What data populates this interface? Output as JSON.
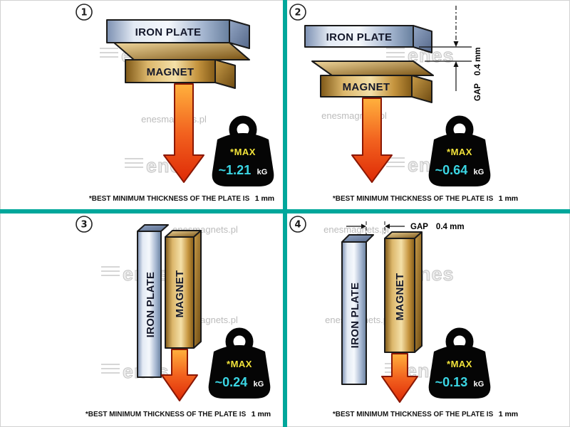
{
  "meta": {
    "site_watermark": "enesmagnets.pl",
    "brand_watermark": "enes"
  },
  "colors": {
    "divider": "#00a79b",
    "arrow": "#e8431c",
    "steel_plate": "#9fb2cf",
    "magnet_gold": "#d3a558",
    "max_label_text": "#f2e33a",
    "value_text": "#3bd6e4",
    "weight_body": "#050505"
  },
  "labels": {
    "iron_plate": "IRON PLATE",
    "magnet": "MAGNET",
    "max": "*MAX",
    "unit": "kG",
    "gap_word": "GAP",
    "gap_value": "0.4 mm"
  },
  "caption": {
    "text": "*BEST MINIMUM THICKNESS OF THE PLATE IS",
    "bold": "1 mm"
  },
  "panels": [
    {
      "number": "1",
      "value": "~1.21"
    },
    {
      "number": "2",
      "value": "~0.64"
    },
    {
      "number": "3",
      "value": "~0.24"
    },
    {
      "number": "4",
      "value": "~0.13"
    }
  ]
}
